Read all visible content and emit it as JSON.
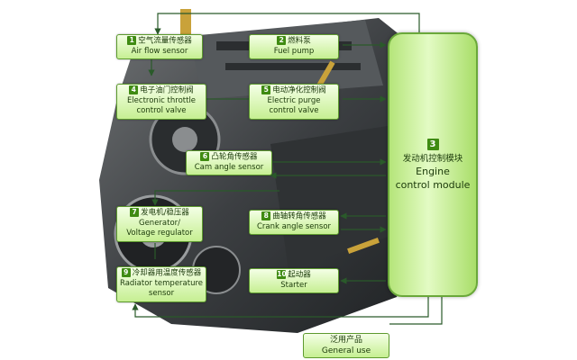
{
  "ecu": {
    "number": "3",
    "label_cn": "发动机控制模块",
    "label_en_1": "Engine",
    "label_en_2": "control module"
  },
  "components": [
    {
      "number": "1",
      "label_cn": "空气流量传感器",
      "label_en": [
        "Air flow sensor"
      ]
    },
    {
      "number": "2",
      "label_cn": "燃料泵",
      "label_en": [
        "Fuel pump"
      ]
    },
    {
      "number": "4",
      "label_cn": "电子油门控制阀",
      "label_en": [
        "Electronic throttle",
        "control valve"
      ]
    },
    {
      "number": "5",
      "label_cn": "电动净化控制阀",
      "label_en": [
        "Electric purge",
        "control valve"
      ]
    },
    {
      "number": "6",
      "label_cn": "凸轮角传感器",
      "label_en": [
        "Cam angle sensor"
      ]
    },
    {
      "number": "7",
      "label_cn": "发电机/稳压器",
      "label_en": [
        "Generator/",
        "Voltage regulator"
      ]
    },
    {
      "number": "8",
      "label_cn": "曲轴转角传感器",
      "label_en": [
        "Crank angle sensor"
      ]
    },
    {
      "number": "9",
      "label_cn": "冷却器用温度传感器",
      "label_en": [
        "Radiator  temperature",
        "sensor"
      ]
    },
    {
      "number": "10",
      "label_cn": "起动器",
      "label_en": [
        "Starter"
      ]
    }
  ],
  "general_use": {
    "label_cn": "泛用产品",
    "label_en": "General use"
  },
  "colors": {
    "box_border": "#5d9a2e",
    "number_badge": "#3f8b12",
    "arrow": "#2a5a2a",
    "box_fill": "#c6ef92"
  },
  "image": {
    "subject": "engine-photo"
  }
}
